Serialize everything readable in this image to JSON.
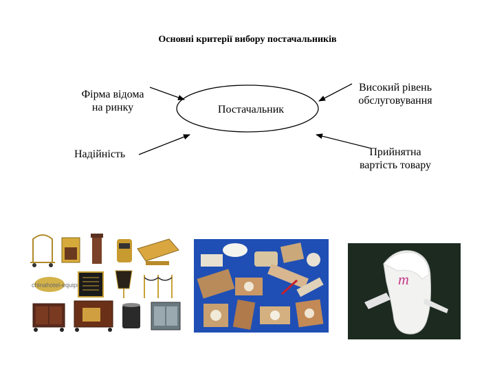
{
  "title": "Основні критерії вибору постачальників",
  "center": "Постачальник",
  "criteria": {
    "top_left": [
      "Фірма відома",
      "на ринку"
    ],
    "bottom_left": "Надійність",
    "top_right": [
      "Високий рівень",
      "обслуговування"
    ],
    "bottom_right": [
      "Прийнятна",
      "вартість товару"
    ]
  },
  "photos": {
    "equipment": {
      "watermark": "chinahotel-equipment.com"
    },
    "slipper": {
      "logo": "m"
    }
  },
  "colors": {
    "slipper_bg": "#1c2a20",
    "amenities_bg": "#1f4fb4",
    "slipper_logo": "#c23a8a"
  }
}
